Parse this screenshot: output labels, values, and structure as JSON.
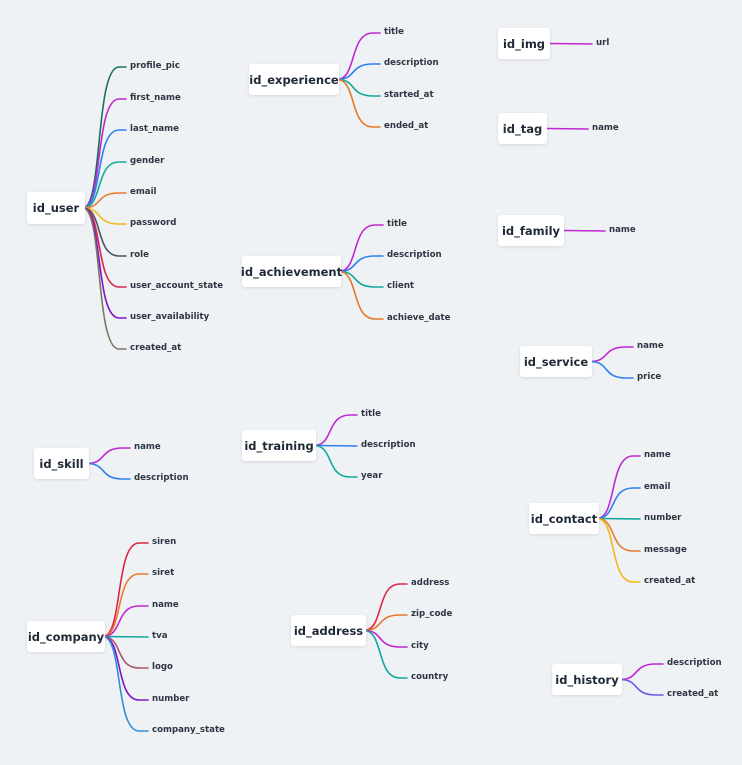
{
  "mindmaps": [
    {
      "root": "id_user",
      "branches": [
        {
          "label": "profile_pic",
          "color": "#1f6f5a"
        },
        {
          "label": "first_name",
          "color": "#c026d3"
        },
        {
          "label": "last_name",
          "color": "#2f80ed"
        },
        {
          "label": "gender",
          "color": "#14a89c"
        },
        {
          "label": "email",
          "color": "#e7792b"
        },
        {
          "label": "password",
          "color": "#f2b821"
        },
        {
          "label": "role",
          "color": "#4b5563"
        },
        {
          "label": "user_account_state",
          "color": "#dc2646"
        },
        {
          "label": "user_availability",
          "color": "#7b16c9"
        },
        {
          "label": "created_at",
          "color": "#7d7666"
        }
      ]
    },
    {
      "root": "id_experience",
      "branches": [
        {
          "label": "title",
          "color": "#c026d3"
        },
        {
          "label": "description",
          "color": "#2f80ed"
        },
        {
          "label": "started_at",
          "color": "#14a89c"
        },
        {
          "label": "ended_at",
          "color": "#e7792b"
        }
      ]
    },
    {
      "root": "id_achievement",
      "branches": [
        {
          "label": "title",
          "color": "#c026d3"
        },
        {
          "label": "description",
          "color": "#2f80ed"
        },
        {
          "label": "client",
          "color": "#14a89c"
        },
        {
          "label": "achieve_date",
          "color": "#e7792b"
        }
      ]
    },
    {
      "root": "id_training",
      "branches": [
        {
          "label": "title",
          "color": "#c026d3"
        },
        {
          "label": "description",
          "color": "#2f80ed"
        },
        {
          "label": "year",
          "color": "#14a89c"
        }
      ]
    },
    {
      "root": "id_address",
      "branches": [
        {
          "label": "address",
          "color": "#dc2646"
        },
        {
          "label": "zip_code",
          "color": "#e7792b"
        },
        {
          "label": "city",
          "color": "#c026d3"
        },
        {
          "label": "country",
          "color": "#14a89c"
        }
      ]
    },
    {
      "root": "id_skill",
      "branches": [
        {
          "label": "name",
          "color": "#c026d3"
        },
        {
          "label": "description",
          "color": "#2f80ed"
        }
      ]
    },
    {
      "root": "id_company",
      "branches": [
        {
          "label": "siren",
          "color": "#dc2646"
        },
        {
          "label": "siret",
          "color": "#e7792b"
        },
        {
          "label": "name",
          "color": "#c026d3"
        },
        {
          "label": "tva",
          "color": "#14a89c"
        },
        {
          "label": "logo",
          "color": "#b0546a"
        },
        {
          "label": "number",
          "color": "#7b16c9"
        },
        {
          "label": "company_state",
          "color": "#2f8fd8"
        }
      ]
    },
    {
      "root": "id_img",
      "branches": [
        {
          "label": "url",
          "color": "#c026d3"
        }
      ]
    },
    {
      "root": "id_tag",
      "branches": [
        {
          "label": "name",
          "color": "#c026d3"
        }
      ]
    },
    {
      "root": "id_family",
      "branches": [
        {
          "label": "name",
          "color": "#c026d3"
        }
      ]
    },
    {
      "root": "id_service",
      "branches": [
        {
          "label": "name",
          "color": "#c026d3"
        },
        {
          "label": "price",
          "color": "#2f80ed"
        }
      ]
    },
    {
      "root": "id_contact",
      "branches": [
        {
          "label": "name",
          "color": "#c026d3"
        },
        {
          "label": "email",
          "color": "#2f80ed"
        },
        {
          "label": "number",
          "color": "#14a89c"
        },
        {
          "label": "message",
          "color": "#e7792b"
        },
        {
          "label": "created_at",
          "color": "#f2b821"
        }
      ]
    },
    {
      "root": "id_history",
      "branches": [
        {
          "label": "description",
          "color": "#c026d3"
        },
        {
          "label": "created_at",
          "color": "#6b5be6"
        }
      ]
    }
  ]
}
